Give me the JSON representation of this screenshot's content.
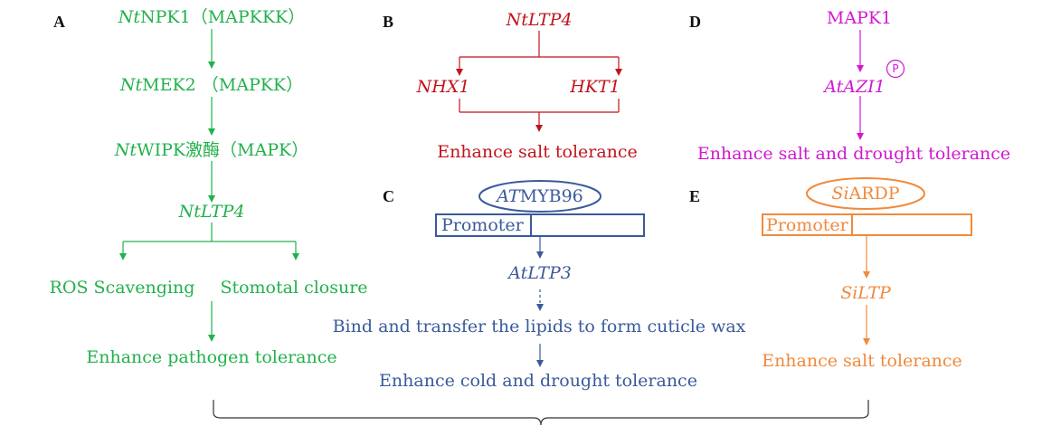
{
  "colors": {
    "A": "#22b14c",
    "B": "#c0141c",
    "C": "#3a5a9a",
    "D": "#d119d1",
    "E": "#f08a3c",
    "bracket": "#333333"
  },
  "panels": {
    "A": {
      "label": "A",
      "node1_prefix": "Nt",
      "node1_rest": "NPK1（MAPKKK）",
      "node2_prefix": "Nt",
      "node2_rest": "MEK2 （MAPKK）",
      "node3_prefix": "Nt",
      "node3_rest": "WIPK激酶（MAPK）",
      "node4": "NtLTP4",
      "left_branch": "ROS Scavenging",
      "right_branch": "Stomotal closure",
      "outcome": "Enhance pathogen tolerance"
    },
    "B": {
      "label": "B",
      "top": "NtLTP4",
      "left": "NHX1",
      "right": "HKT1",
      "outcome": "Enhance salt tolerance"
    },
    "C": {
      "label": "C",
      "factor_prefix": "AT",
      "factor_rest": "MYB96",
      "promoter": "Promoter",
      "gene": "AtLTP3",
      "mechanism": "Bind and transfer the lipids to form cuticle wax",
      "outcome": "Enhance cold and drought tolerance"
    },
    "D": {
      "label": "D",
      "top": "MAPK1",
      "gene": "AtAZI1",
      "phospho": "P",
      "outcome": "Enhance salt and drought tolerance"
    },
    "E": {
      "label": "E",
      "factor_prefix": "Si",
      "factor_rest": "ARDP",
      "promoter": "Promoter",
      "gene": "SiLTP",
      "outcome": "Enhance salt tolerance"
    }
  }
}
